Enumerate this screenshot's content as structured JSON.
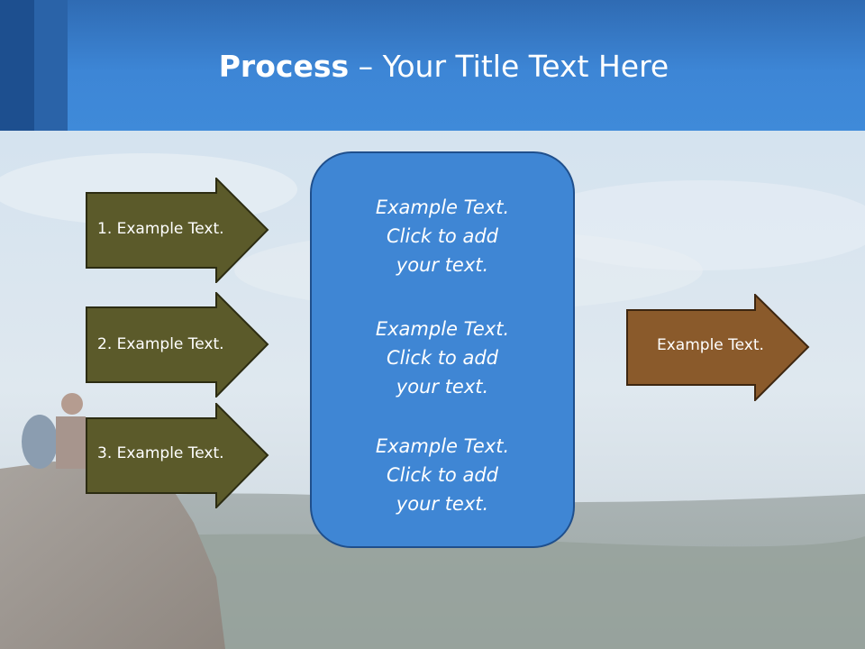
{
  "title": {
    "bold": "Process",
    "rest": " – Your Title Text Here"
  },
  "left_arrows": [
    {
      "label": "1. Example Text."
    },
    {
      "label": "2. Example Text."
    },
    {
      "label": "3. Example Text."
    }
  ],
  "center_box": {
    "blocks": [
      {
        "line1": "Example Text.",
        "line2": "Click  to add",
        "line3": "your text."
      },
      {
        "line1": "Example Text.",
        "line2": "Click  to add",
        "line3": "your text."
      },
      {
        "line1": "Example Text.",
        "line2": "Click  to add",
        "line3": "your text."
      }
    ]
  },
  "right_arrow": {
    "label": "Example Text."
  },
  "colors": {
    "header": "#3d86d6",
    "left_arrow_fill": "#5b5a2a",
    "right_arrow_fill": "#8a5a2b",
    "center_box_fill": "#3f86d4"
  }
}
